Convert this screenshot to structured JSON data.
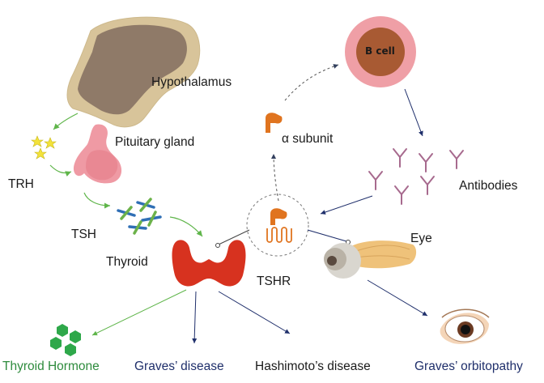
{
  "labels": {
    "hypothalamus": "Hypothalamus",
    "pituitary": "Pituitary gland",
    "trh": "TRH",
    "tsh": "TSH",
    "thyroid": "Thyroid",
    "b_cell": "B cell",
    "alpha_subunit": "α subunit",
    "antibodies": "Antibodies",
    "tshr": "TSHR",
    "eye": "Eye",
    "thyroid_hormone": "Thyroid Hormone",
    "graves_disease": "Graves’ disease",
    "hashimoto": "Hashimoto’s disease",
    "graves_orbitopathy": "Graves’ orbitopathy"
  },
  "colors": {
    "hypothalamus_outer": "#d8c49a",
    "hypothalamus_inner": "#8f7a68",
    "pituitary": "#ef9aa4",
    "trh_star": "#f3e23a",
    "tsh_blue": "#2f6fb5",
    "tsh_green": "#6cb24a",
    "thyroid": "#d7321f",
    "b_cell_outer": "#ef9fa6",
    "b_cell_inner": "#a85a33",
    "receptor": "#e0741f",
    "antibody": "#a76a8e",
    "hormone": "#2ea84a",
    "arrow_green": "#5fb54a",
    "arrow_navy": "#1f2f6b"
  }
}
